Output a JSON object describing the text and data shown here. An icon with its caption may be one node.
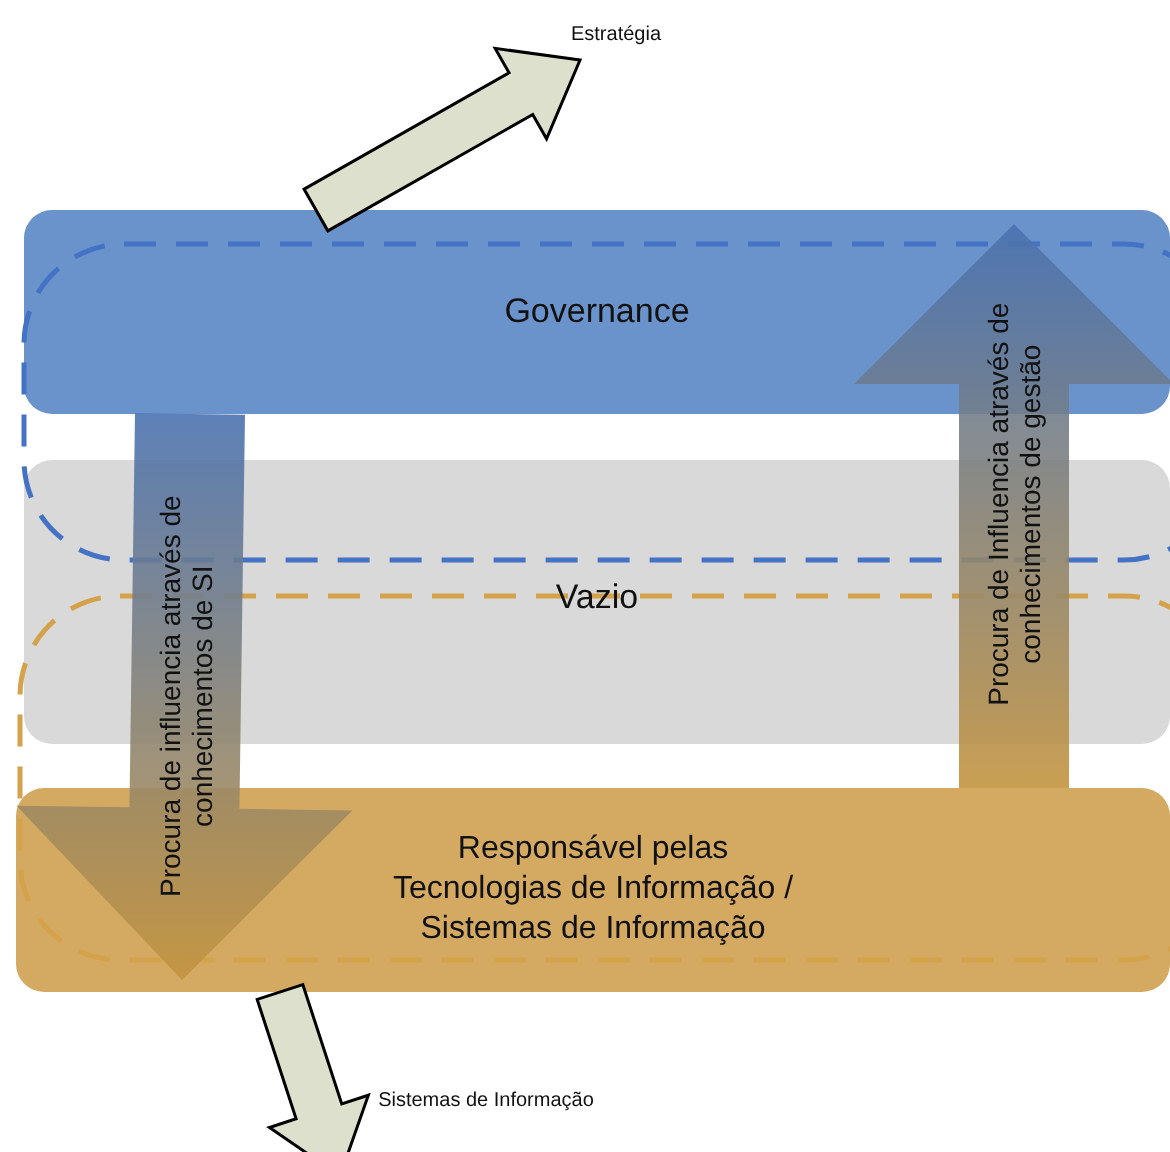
{
  "diagram": {
    "nodes": [
      {
        "text": [
          "Governance"
        ]
      },
      {
        "text": [
          "Vazio"
        ]
      },
      {
        "text": [
          "Responsável pelas Tecnologias de Informação / Sistemas de Informação"
        ]
      },
      {
        "text": [
          "Estratégia"
        ]
      },
      {
        "text": [
          "Sistemas de Informação"
        ]
      }
    ],
    "edges": [
      {
        "from": 0,
        "to": 2,
        "arrow": "to",
        "label": "Procura de influencia através de conhecimentos de SI"
      },
      {
        "from": 2,
        "to": 0,
        "arrow": "to",
        "label": "Procura de Influencia através de conhecimentos de gestão"
      },
      {
        "from": 0,
        "to": 3,
        "arrow": "to"
      },
      {
        "from": 2,
        "to": 4,
        "arrow": "to"
      }
    ]
  }
}
